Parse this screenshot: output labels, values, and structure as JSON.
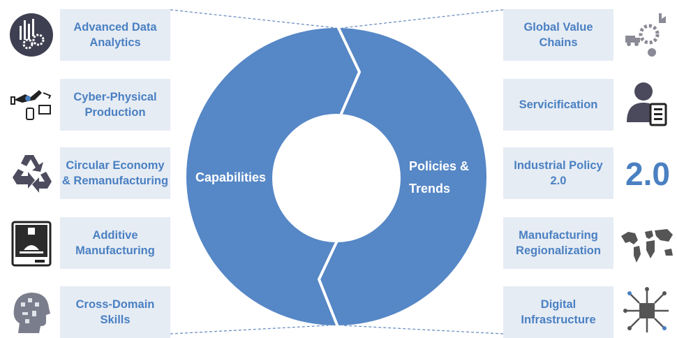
{
  "colors": {
    "ring": "#5687c6",
    "box_bg": "#e6ecf4",
    "box_text": "#4a80c2",
    "icon_dark": "#3f3f52"
  },
  "center": {
    "left_label": "Capabilities",
    "right_label": "Policies &\nTrends"
  },
  "capabilities": [
    {
      "label": "Advanced Data\nAnalytics",
      "icon": "data-analytics-gears-icon"
    },
    {
      "label": "Cyber-Physical\nProduction",
      "icon": "robot-arm-devices-icon"
    },
    {
      "label": "Circular Economy\n& Remanufacturing",
      "icon": "recycle-icon"
    },
    {
      "label": "Additive\nManufacturing",
      "icon": "3d-printer-icon"
    },
    {
      "label": "Cross-Domain\nSkills",
      "icon": "head-collage-icon"
    }
  ],
  "policies": [
    {
      "label": "Global Value\nChains",
      "icon": "truck-factory-gears-icon"
    },
    {
      "label": "Servicification",
      "icon": "person-clipboard-icon"
    },
    {
      "label": "Industrial Policy\n2.0",
      "icon": "version-text-icon",
      "icon_text": "2.0"
    },
    {
      "label": "Manufacturing\nRegionalization",
      "icon": "world-map-icon"
    },
    {
      "label": "Digital\nInfrastructure",
      "icon": "circuit-board-icon"
    }
  ]
}
